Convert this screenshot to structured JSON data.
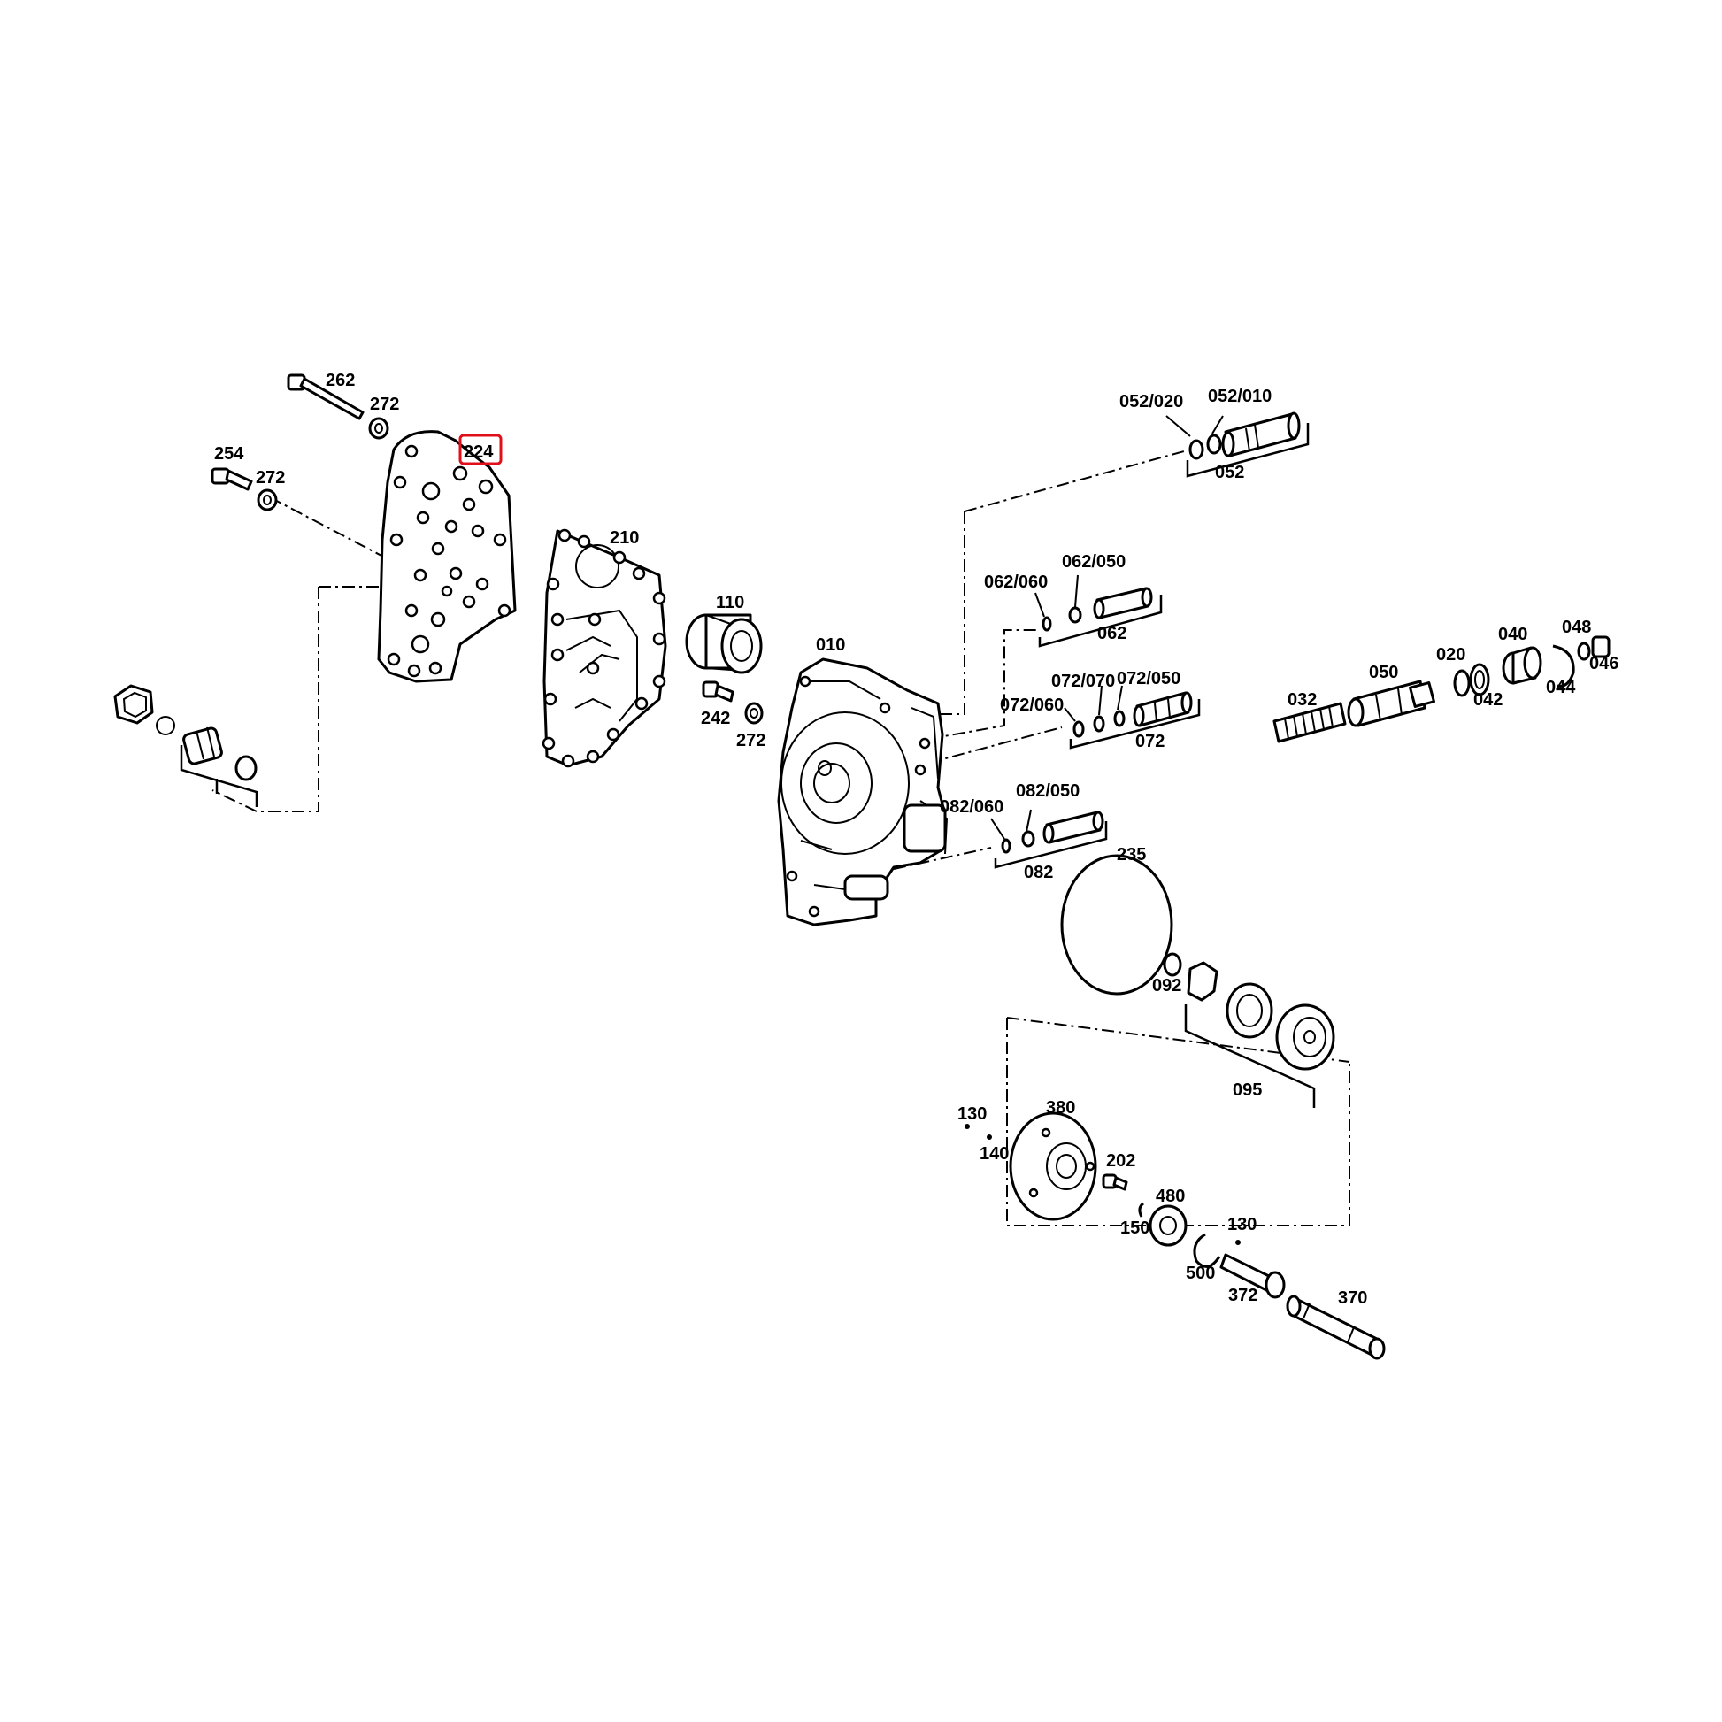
{
  "highlight": {
    "label": "224",
    "color": "#e0101a"
  },
  "labels": {
    "l262": "262",
    "l272a": "272",
    "l254": "254",
    "l272b": "272",
    "l224": "224",
    "l210": "210",
    "l110": "110",
    "l010": "010",
    "l242": "242",
    "l272c": "272",
    "l052_020": "052/020",
    "l052_010": "052/010",
    "l052": "052",
    "l062_060": "062/060",
    "l062_050": "062/050",
    "l062": "062",
    "l072_070": "072/070",
    "l072_050": "072/050",
    "l072_060": "072/060",
    "l072": "072",
    "l082_060": "082/060",
    "l082_050": "082/050",
    "l082": "082",
    "l032": "032",
    "l050": "050",
    "l020": "020",
    "l040": "040",
    "l048": "048",
    "l046": "046",
    "l042": "042",
    "l044": "044",
    "l235": "235",
    "l092": "092",
    "l095": "095",
    "l130a": "130",
    "l380": "380",
    "l140": "140",
    "l202": "202",
    "l480": "480",
    "l150": "150",
    "l130b": "130",
    "l500": "500",
    "l372": "372",
    "l370": "370"
  }
}
